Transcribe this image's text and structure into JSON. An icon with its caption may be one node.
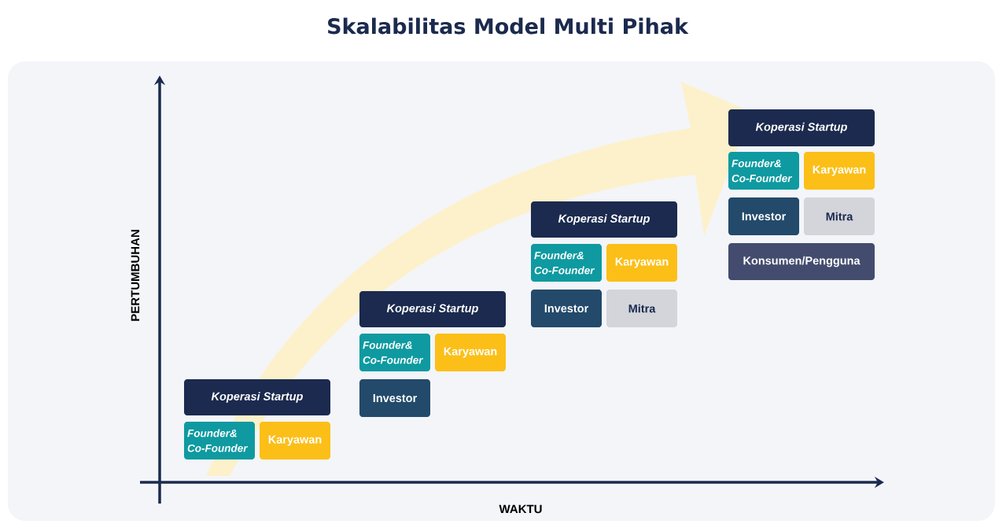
{
  "diagram": {
    "title": "Skalabilitas Model Multi Pihak",
    "nodes": [
      {
        "text": [
          "Koperasi Startup"
        ]
      },
      {
        "text": [
          "Founder& Co-Founder"
        ]
      },
      {
        "text": [
          "Karyawan"
        ]
      },
      {
        "text": [
          "Koperasi Startup"
        ]
      },
      {
        "text": [
          "Founder& Co-Founder"
        ]
      },
      {
        "text": [
          "Karyawan"
        ]
      },
      {
        "text": [
          "Investor"
        ]
      },
      {
        "text": [
          "Koperasi Startup"
        ]
      },
      {
        "text": [
          "Founder& Co-Founder"
        ]
      },
      {
        "text": [
          "Karyawan"
        ]
      },
      {
        "text": [
          "Investor"
        ]
      },
      {
        "text": [
          "Mitra"
        ]
      },
      {
        "text": [
          "Koperasi Startup"
        ]
      },
      {
        "text": [
          "Founder& Co-Founder"
        ]
      },
      {
        "text": [
          "Karyawan"
        ]
      },
      {
        "text": [
          "Investor"
        ]
      },
      {
        "text": [
          "Mitra"
        ]
      },
      {
        "text": [
          "Konsumen/Pengguna"
        ]
      }
    ],
    "edges": [],
    "labels": [
      "PERTUMBUHAN",
      "WAKTU"
    ]
  }
}
